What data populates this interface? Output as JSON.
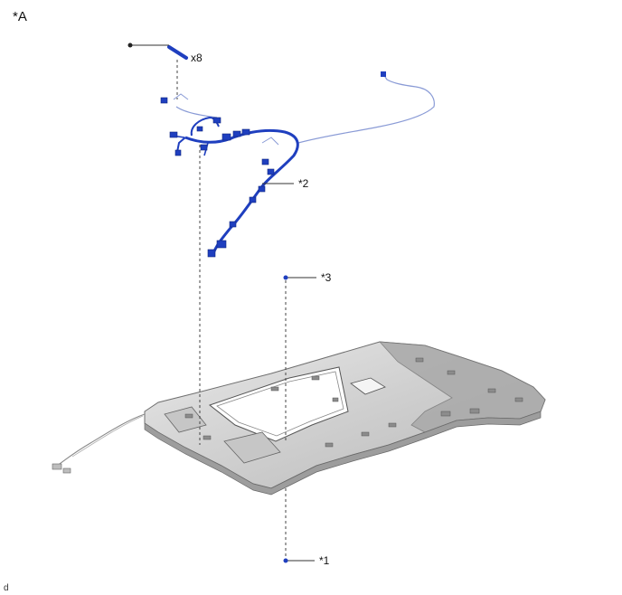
{
  "view_label": "*A",
  "callouts": {
    "quantity": "x8",
    "roof_harness": "*2",
    "callout_3": "*3",
    "callout_1": "*1"
  },
  "corner_code": "d",
  "colors": {
    "harness_highlight": "#1f3fbf",
    "harness_light": "#8a9bd6",
    "headliner_fill": "#d9d9d9",
    "headliner_edge": "#6f6f6f",
    "leader": "#333333"
  }
}
